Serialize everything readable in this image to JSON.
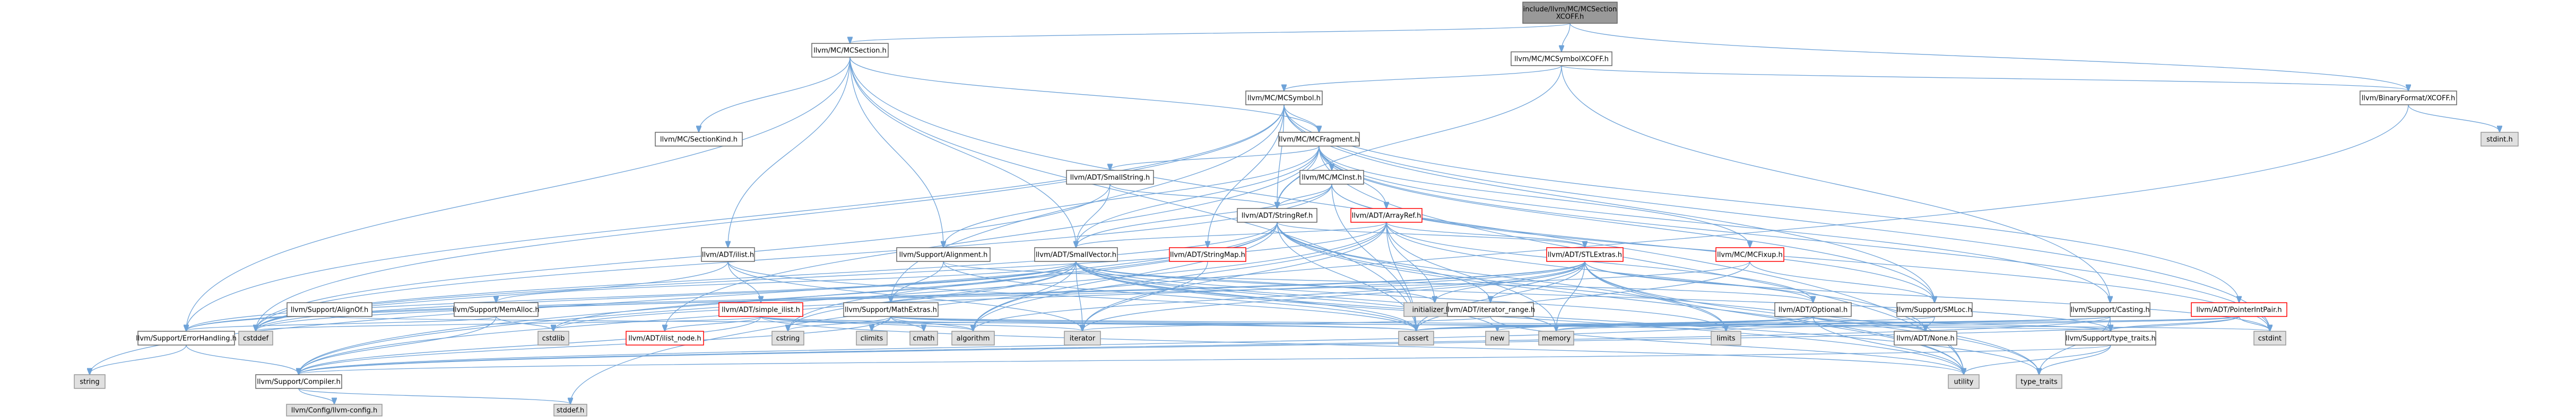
{
  "colors": {
    "root_fill": "#999999",
    "node_fill": "#ffffff",
    "node_stroke": "#666666",
    "external_fill": "#e0e0e0",
    "external_stroke": "#999999",
    "red_stroke": "#ff0000",
    "edge": "#6fa3d8"
  },
  "nodes": [
    {
      "id": "root",
      "label": [
        "include/llvm/MC/MCSection",
        "XCOFF.h"
      ],
      "kind": "root"
    },
    {
      "id": "mcsection",
      "label": [
        "llvm/MC/MCSection.h"
      ],
      "kind": "normal"
    },
    {
      "id": "mcsymbolxcoff",
      "label": [
        "llvm/MC/MCSymbolXCOFF.h"
      ],
      "kind": "normal"
    },
    {
      "id": "binaryformat",
      "label": [
        "llvm/BinaryFormat/XCOFF.h"
      ],
      "kind": "normal"
    },
    {
      "id": "mcsymbol",
      "label": [
        "llvm/MC/MCSymbol.h"
      ],
      "kind": "normal"
    },
    {
      "id": "stdinth",
      "label": [
        "stdint.h"
      ],
      "kind": "external"
    },
    {
      "id": "sectionkind",
      "label": [
        "llvm/MC/SectionKind.h"
      ],
      "kind": "normal"
    },
    {
      "id": "mcfragment",
      "label": [
        "llvm/MC/MCFragment.h"
      ],
      "kind": "normal"
    },
    {
      "id": "smallstring",
      "label": [
        "llvm/ADT/SmallString.h"
      ],
      "kind": "normal"
    },
    {
      "id": "mcinst",
      "label": [
        "llvm/MC/MCInst.h"
      ],
      "kind": "normal"
    },
    {
      "id": "arrayref",
      "label": [
        "llvm/ADT/ArrayRef.h"
      ],
      "kind": "red"
    },
    {
      "id": "stringref",
      "label": [
        "llvm/ADT/StringRef.h"
      ],
      "kind": "normal"
    },
    {
      "id": "ilist",
      "label": [
        "llvm/ADT/ilist.h"
      ],
      "kind": "normal"
    },
    {
      "id": "stringmap",
      "label": [
        "llvm/ADT/StringMap.h"
      ],
      "kind": "red"
    },
    {
      "id": "alignment",
      "label": [
        "llvm/Support/Alignment.h"
      ],
      "kind": "normal"
    },
    {
      "id": "smallvector",
      "label": [
        "llvm/ADT/SmallVector.h"
      ],
      "kind": "normal"
    },
    {
      "id": "stlextras",
      "label": [
        "llvm/ADT/STLExtras.h"
      ],
      "kind": "red"
    },
    {
      "id": "mcfixup",
      "label": [
        "llvm/MC/MCFixup.h"
      ],
      "kind": "red"
    },
    {
      "id": "pointerintpair",
      "label": [
        "llvm/ADT/PointerIntPair.h"
      ],
      "kind": "red"
    },
    {
      "id": "alignof",
      "label": [
        "llvm/Support/AlignOf.h"
      ],
      "kind": "normal"
    },
    {
      "id": "memalloc",
      "label": [
        "llvm/Support/MemAlloc.h"
      ],
      "kind": "normal"
    },
    {
      "id": "simpleilist",
      "label": [
        "llvm/ADT/simple_ilist.h"
      ],
      "kind": "red"
    },
    {
      "id": "mathextras",
      "label": [
        "llvm/Support/MathExtras.h"
      ],
      "kind": "normal"
    },
    {
      "id": "initializerlist",
      "label": [
        "initializer_list"
      ],
      "kind": "external"
    },
    {
      "id": "iteratorrange",
      "label": [
        "llvm/ADT/iterator_range.h"
      ],
      "kind": "normal"
    },
    {
      "id": "optional",
      "label": [
        "llvm/ADT/Optional.h"
      ],
      "kind": "normal"
    },
    {
      "id": "smloc",
      "label": [
        "llvm/Support/SMLoc.h"
      ],
      "kind": "normal"
    },
    {
      "id": "casting",
      "label": [
        "llvm/Support/Casting.h"
      ],
      "kind": "normal"
    },
    {
      "id": "errorhandling",
      "label": [
        "llvm/Support/ErrorHandling.h"
      ],
      "kind": "normal"
    },
    {
      "id": "cstddef",
      "label": [
        "cstddef"
      ],
      "kind": "external"
    },
    {
      "id": "cstdlib",
      "label": [
        "cstdlib"
      ],
      "kind": "external"
    },
    {
      "id": "ilistnode",
      "label": [
        "llvm/ADT/ilist_node.h"
      ],
      "kind": "red"
    },
    {
      "id": "cstring",
      "label": [
        "cstring"
      ],
      "kind": "external"
    },
    {
      "id": "climits",
      "label": [
        "climits"
      ],
      "kind": "external"
    },
    {
      "id": "cmath",
      "label": [
        "cmath"
      ],
      "kind": "external"
    },
    {
      "id": "algorithm",
      "label": [
        "algorithm"
      ],
      "kind": "external"
    },
    {
      "id": "iterator",
      "label": [
        "iterator"
      ],
      "kind": "external"
    },
    {
      "id": "cassert",
      "label": [
        "cassert"
      ],
      "kind": "external"
    },
    {
      "id": "new",
      "label": [
        "new"
      ],
      "kind": "external"
    },
    {
      "id": "memory",
      "label": [
        "memory"
      ],
      "kind": "external"
    },
    {
      "id": "limits",
      "label": [
        "limits"
      ],
      "kind": "external"
    },
    {
      "id": "none",
      "label": [
        "llvm/ADT/None.h"
      ],
      "kind": "normal"
    },
    {
      "id": "typetraitsh",
      "label": [
        "llvm/Support/type_traits.h"
      ],
      "kind": "normal"
    },
    {
      "id": "cstdint",
      "label": [
        "cstdint"
      ],
      "kind": "external"
    },
    {
      "id": "string",
      "label": [
        "string"
      ],
      "kind": "external"
    },
    {
      "id": "compiler",
      "label": [
        "llvm/Support/Compiler.h"
      ],
      "kind": "normal"
    },
    {
      "id": "utility",
      "label": [
        "utility"
      ],
      "kind": "external"
    },
    {
      "id": "typetraits",
      "label": [
        "type_traits"
      ],
      "kind": "external"
    },
    {
      "id": "llvmconfig",
      "label": [
        "llvm/Config/llvm-config.h"
      ],
      "kind": "external"
    },
    {
      "id": "stddef",
      "label": [
        "stddef.h"
      ],
      "kind": "external"
    }
  ],
  "edges": [
    [
      "root",
      "mcsection"
    ],
    [
      "root",
      "mcsymbolxcoff"
    ],
    [
      "root",
      "binaryformat"
    ],
    [
      "mcsymbolxcoff",
      "mcsymbol"
    ],
    [
      "mcsymbolxcoff",
      "stringref"
    ],
    [
      "mcsymbolxcoff",
      "binaryformat"
    ],
    [
      "mcsymbolxcoff",
      "casting"
    ],
    [
      "binaryformat",
      "stdinth"
    ],
    [
      "binaryformat",
      "stddef"
    ],
    [
      "mcsection",
      "sectionkind"
    ],
    [
      "mcsection",
      "mcfragment"
    ],
    [
      "mcsection",
      "ilist"
    ],
    [
      "mcsection",
      "smallvector"
    ],
    [
      "mcsection",
      "alignment"
    ],
    [
      "mcsection",
      "errorhandling"
    ],
    [
      "mcsection",
      "cassert"
    ],
    [
      "mcsection",
      "utility"
    ],
    [
      "mcsymbol",
      "mcfragment"
    ],
    [
      "mcsymbol",
      "stringref"
    ],
    [
      "mcsymbol",
      "stringmap"
    ],
    [
      "mcsymbol",
      "pointerintpair"
    ],
    [
      "mcsymbol",
      "smloc"
    ],
    [
      "mcsymbol",
      "mathextras"
    ],
    [
      "mcsymbol",
      "errorhandling"
    ],
    [
      "mcsymbol",
      "cstdint"
    ],
    [
      "mcsymbol",
      "cstddef"
    ],
    [
      "mcfragment",
      "arrayref"
    ],
    [
      "mcfragment",
      "smallstring"
    ],
    [
      "mcfragment",
      "smallvector"
    ],
    [
      "mcfragment",
      "stringref"
    ],
    [
      "mcfragment",
      "ilistnode"
    ],
    [
      "mcfragment",
      "mcfixup"
    ],
    [
      "mcfragment",
      "mcinst"
    ],
    [
      "mcfragment",
      "alignment"
    ],
    [
      "mcfragment",
      "casting"
    ],
    [
      "mcfragment",
      "smloc"
    ],
    [
      "mcfragment",
      "cstdint"
    ],
    [
      "mcfragment",
      "utility"
    ],
    [
      "smallstring",
      "smallvector"
    ],
    [
      "smallstring",
      "stringref"
    ],
    [
      "smallstring",
      "cstddef"
    ],
    [
      "mcinst",
      "smallvector"
    ],
    [
      "mcinst",
      "stringref"
    ],
    [
      "mcinst",
      "smloc"
    ],
    [
      "mcinst",
      "bitcast"
    ],
    [
      "mcinst",
      "cassert"
    ],
    [
      "mcinst",
      "cstddef"
    ],
    [
      "mcinst",
      "cstdint"
    ],
    [
      "arrayref",
      "none"
    ],
    [
      "arrayref",
      "optional"
    ],
    [
      "arrayref",
      "smallvector"
    ],
    [
      "arrayref",
      "stlextras"
    ],
    [
      "arrayref",
      "compiler"
    ],
    [
      "arrayref",
      "algorithm"
    ],
    [
      "arrayref",
      "array"
    ],
    [
      "arrayref",
      "cassert"
    ],
    [
      "arrayref",
      "cstddef"
    ],
    [
      "arrayref",
      "initializerlist"
    ],
    [
      "arrayref",
      "iterator"
    ],
    [
      "arrayref",
      "memory"
    ],
    [
      "arrayref",
      "type_traits"
    ],
    [
      "arrayref",
      "vector"
    ],
    [
      "stringref",
      "stlextras"
    ],
    [
      "stringref",
      "iteratorrange"
    ],
    [
      "stringref",
      "compiler"
    ],
    [
      "stringref",
      "algorithm"
    ],
    [
      "stringref",
      "cassert"
    ],
    [
      "stringref",
      "cstddef"
    ],
    [
      "stringref",
      "cstring"
    ],
    [
      "stringref",
      "limits"
    ],
    [
      "stringref",
      "string"
    ],
    [
      "stringref",
      "typetraits"
    ],
    [
      "stringref",
      "utility"
    ],
    [
      "ilist",
      "simpleilist"
    ],
    [
      "ilist",
      "cassert"
    ],
    [
      "ilist",
      "cstddef"
    ],
    [
      "ilist",
      "iterator"
    ],
    [
      "stringmap",
      "stringmapentry"
    ],
    [
      "stringmap",
      "iterator"
    ],
    [
      "stringmap",
      "allocatorbase"
    ],
    [
      "alignment",
      "mathextras"
    ],
    [
      "alignment",
      "cassert"
    ],
    [
      "alignment",
      "optional"
    ],
    [
      "smallvector",
      "compiler"
    ],
    [
      "smallvector",
      "errorhandling"
    ],
    [
      "smallvector",
      "memalloc"
    ],
    [
      "smallvector",
      "typetraitsh"
    ],
    [
      "smallvector",
      "algorithm"
    ],
    [
      "smallvector",
      "cassert"
    ],
    [
      "smallvector",
      "cstddef"
    ],
    [
      "smallvector",
      "cstdlib"
    ],
    [
      "smallvector",
      "cstring"
    ],
    [
      "smallvector",
      "functional"
    ],
    [
      "smallvector",
      "initializerlist"
    ],
    [
      "smallvector",
      "iterator"
    ],
    [
      "smallvector",
      "limits"
    ],
    [
      "smallvector",
      "memory"
    ],
    [
      "smallvector",
      "new"
    ],
    [
      "smallvector",
      "typetraits"
    ],
    [
      "smallvector",
      "utility"
    ],
    [
      "stlextras",
      "optional"
    ],
    [
      "stlextras",
      "iteratorrange"
    ],
    [
      "stlextras",
      "errorhandling"
    ],
    [
      "stlextras",
      "algorithm"
    ],
    [
      "stlextras",
      "cassert"
    ],
    [
      "stlextras",
      "cstddef"
    ],
    [
      "stlextras",
      "cstdint"
    ],
    [
      "stlextras",
      "cstdlib"
    ],
    [
      "stlextras",
      "initializerlist"
    ],
    [
      "stlextras",
      "iterator"
    ],
    [
      "stlextras",
      "limits"
    ],
    [
      "stlextras",
      "memory"
    ],
    [
      "stlextras",
      "typetraits"
    ],
    [
      "stlextras",
      "utility"
    ],
    [
      "mcfixup",
      "smloc"
    ],
    [
      "mcfixup",
      "errorhandling"
    ],
    [
      "mcfixup",
      "cassert"
    ],
    [
      "pointerintpair",
      "compiler"
    ],
    [
      "pointerintpair",
      "typetraitsh"
    ],
    [
      "pointerintpair",
      "cassert"
    ],
    [
      "pointerintpair",
      "cstdint"
    ],
    [
      "pointerintpair",
      "limits"
    ],
    [
      "alignof",
      "typetraitsh"
    ],
    [
      "memalloc",
      "compiler"
    ],
    [
      "memalloc",
      "errorhandling"
    ],
    [
      "memalloc",
      "cstdlib"
    ],
    [
      "simpleilist",
      "ilistnode"
    ],
    [
      "simpleilist",
      "compiler"
    ],
    [
      "simpleilist",
      "algorithm"
    ],
    [
      "simpleilist",
      "cassert"
    ],
    [
      "simpleilist",
      "cstddef"
    ],
    [
      "simpleilist",
      "functional"
    ],
    [
      "simpleilist",
      "iterator"
    ],
    [
      "simpleilist",
      "utility"
    ],
    [
      "mathextras",
      "compiler"
    ],
    [
      "mathextras",
      "algorithm"
    ],
    [
      "mathextras",
      "cassert"
    ],
    [
      "mathextras",
      "climits"
    ],
    [
      "mathextras",
      "cmath"
    ],
    [
      "mathextras",
      "cstdint"
    ],
    [
      "mathextras",
      "cstring"
    ],
    [
      "mathextras",
      "limits"
    ],
    [
      "mathextras",
      "type_traits"
    ],
    [
      "iteratorrange",
      "iterator"
    ],
    [
      "iteratorrange",
      "utility"
    ],
    [
      "optional",
      "none"
    ],
    [
      "optional",
      "compiler"
    ],
    [
      "optional",
      "typetraitsh"
    ],
    [
      "optional",
      "cassert"
    ],
    [
      "optional",
      "memory"
    ],
    [
      "optional",
      "new"
    ],
    [
      "optional",
      "utility"
    ],
    [
      "smloc",
      "none"
    ],
    [
      "smloc",
      "cassert"
    ],
    [
      "casting",
      "compiler"
    ],
    [
      "casting",
      "typetraitsh"
    ],
    [
      "casting",
      "cassert"
    ],
    [
      "casting",
      "memory"
    ],
    [
      "casting",
      "typetraits"
    ],
    [
      "errorhandling",
      "compiler"
    ],
    [
      "errorhandling",
      "string"
    ],
    [
      "typetraitsh",
      "compiler"
    ],
    [
      "typetraitsh",
      "typetraits"
    ],
    [
      "typetraitsh",
      "utility"
    ],
    [
      "compiler",
      "llvmconfig"
    ],
    [
      "compiler",
      "stddef"
    ]
  ]
}
